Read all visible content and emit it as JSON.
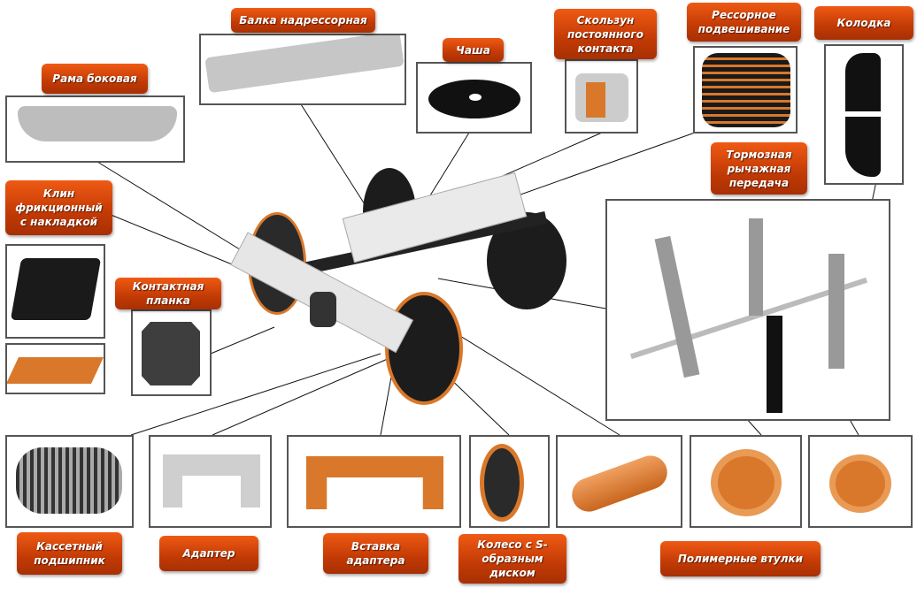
{
  "labels": {
    "side_frame": "Рама боковая",
    "bolster": "Балка надрессорная",
    "bowl": "Чаша",
    "side_bearing": "Скользун\nпостоянного\nконтакта",
    "spring_suspension": "Рессорное\nподвешивание",
    "brake_shoe": "Колодка",
    "brake_rigging": "Тормозная\nрычажная\nпередача",
    "friction_wedge": "Клин\nфрикционный\nс накладкой",
    "contact_plate": "Контактная\nпланка",
    "cassette_bearing": "Кассетный\nподшипник",
    "adapter": "Адаптер",
    "adapter_insert": "Вставка\nадаптера",
    "wheel": "Колесо с S-\nобразным\nдиском",
    "polymer_bushings": "Полимерные втулки"
  },
  "colors": {
    "label": "#d9460a",
    "part_gray": "#c9c9c9",
    "part_orange": "#d9782a",
    "dark": "#1a1a1a"
  }
}
